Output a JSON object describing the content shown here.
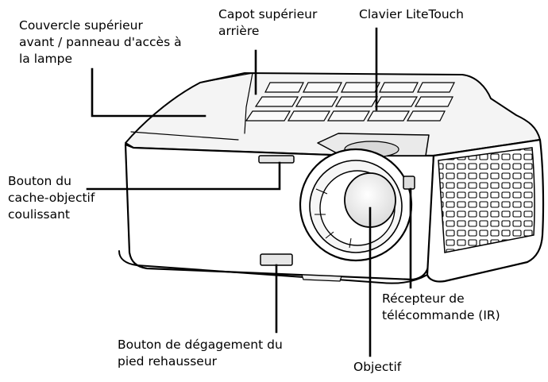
{
  "labels": {
    "front_cover": {
      "lines": [
        "Couvercle supérieur",
        "avant / panneau d'accès à",
        "la lampe"
      ]
    },
    "rear_cover": {
      "lines": [
        "Capot supérieur",
        "arrière"
      ]
    },
    "keypad": {
      "lines": [
        "Clavier LiteTouch"
      ]
    },
    "lens_cap_button": {
      "lines": [
        "Bouton du",
        "cache-objectif",
        "coulissant"
      ]
    },
    "ir_receiver": {
      "lines": [
        "Récepteur de",
        "télécommande (IR)"
      ]
    },
    "foot_release": {
      "lines": [
        "Bouton de dégagement du",
        "pied rehausseur"
      ]
    },
    "lens": {
      "lines": [
        "Objectif"
      ]
    }
  },
  "colors": {
    "outline": "#000000",
    "body": "#ffffff",
    "top_shade": "#f2f2f2",
    "lens_fill": "#eeeeee"
  },
  "illustration": "projector-line-drawing"
}
